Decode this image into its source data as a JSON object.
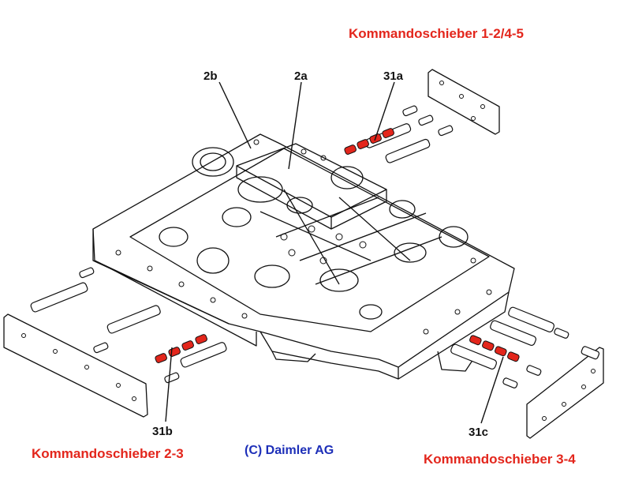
{
  "callouts": {
    "c2b": "2b",
    "c2a": "2a",
    "c31a": "31a",
    "c31b": "31b",
    "c31c": "31c"
  },
  "captions": {
    "top_right": "Kommandoschieber 1-2/4-5",
    "bottom_left": "Kommandoschieber 2-3",
    "bottom_right": "Kommandoschieber 3-4",
    "copyright": "(C) Daimler AG"
  },
  "colors": {
    "highlight": "#e3261c",
    "copyright": "#1d2fb8",
    "line": "#111111"
  }
}
